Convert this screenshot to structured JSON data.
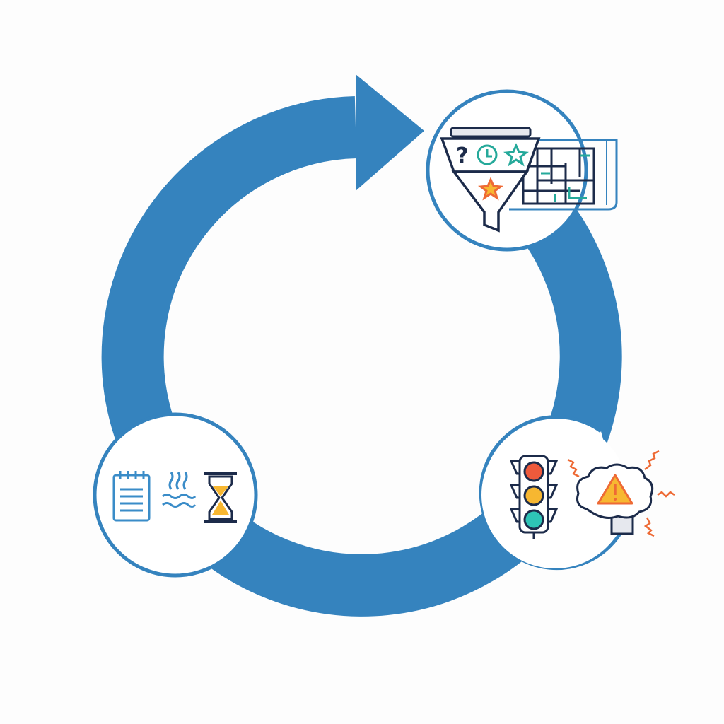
{
  "diagram": {
    "type": "cycle",
    "colors": {
      "ring": "#3583be",
      "outline": "#1c2b4a",
      "teal": "#25a99a",
      "orange": "#ee6a35",
      "yellow": "#f7b731",
      "red": "#ee5a3c",
      "light_blue": "#3a8cc8"
    },
    "nodes": [
      {
        "id": "left",
        "icons": [
          "notepad-icon",
          "steam-waves-icon",
          "hourglass-icon"
        ]
      },
      {
        "id": "top-right",
        "icons": [
          "funnel-icon",
          "question-mark-icon",
          "clock-icon",
          "star-icon",
          "maze-map-icon"
        ],
        "funnel_glyph": "?"
      },
      {
        "id": "bottom-right",
        "icons": [
          "traffic-light-icon",
          "brain-warning-icon"
        ]
      }
    ]
  }
}
